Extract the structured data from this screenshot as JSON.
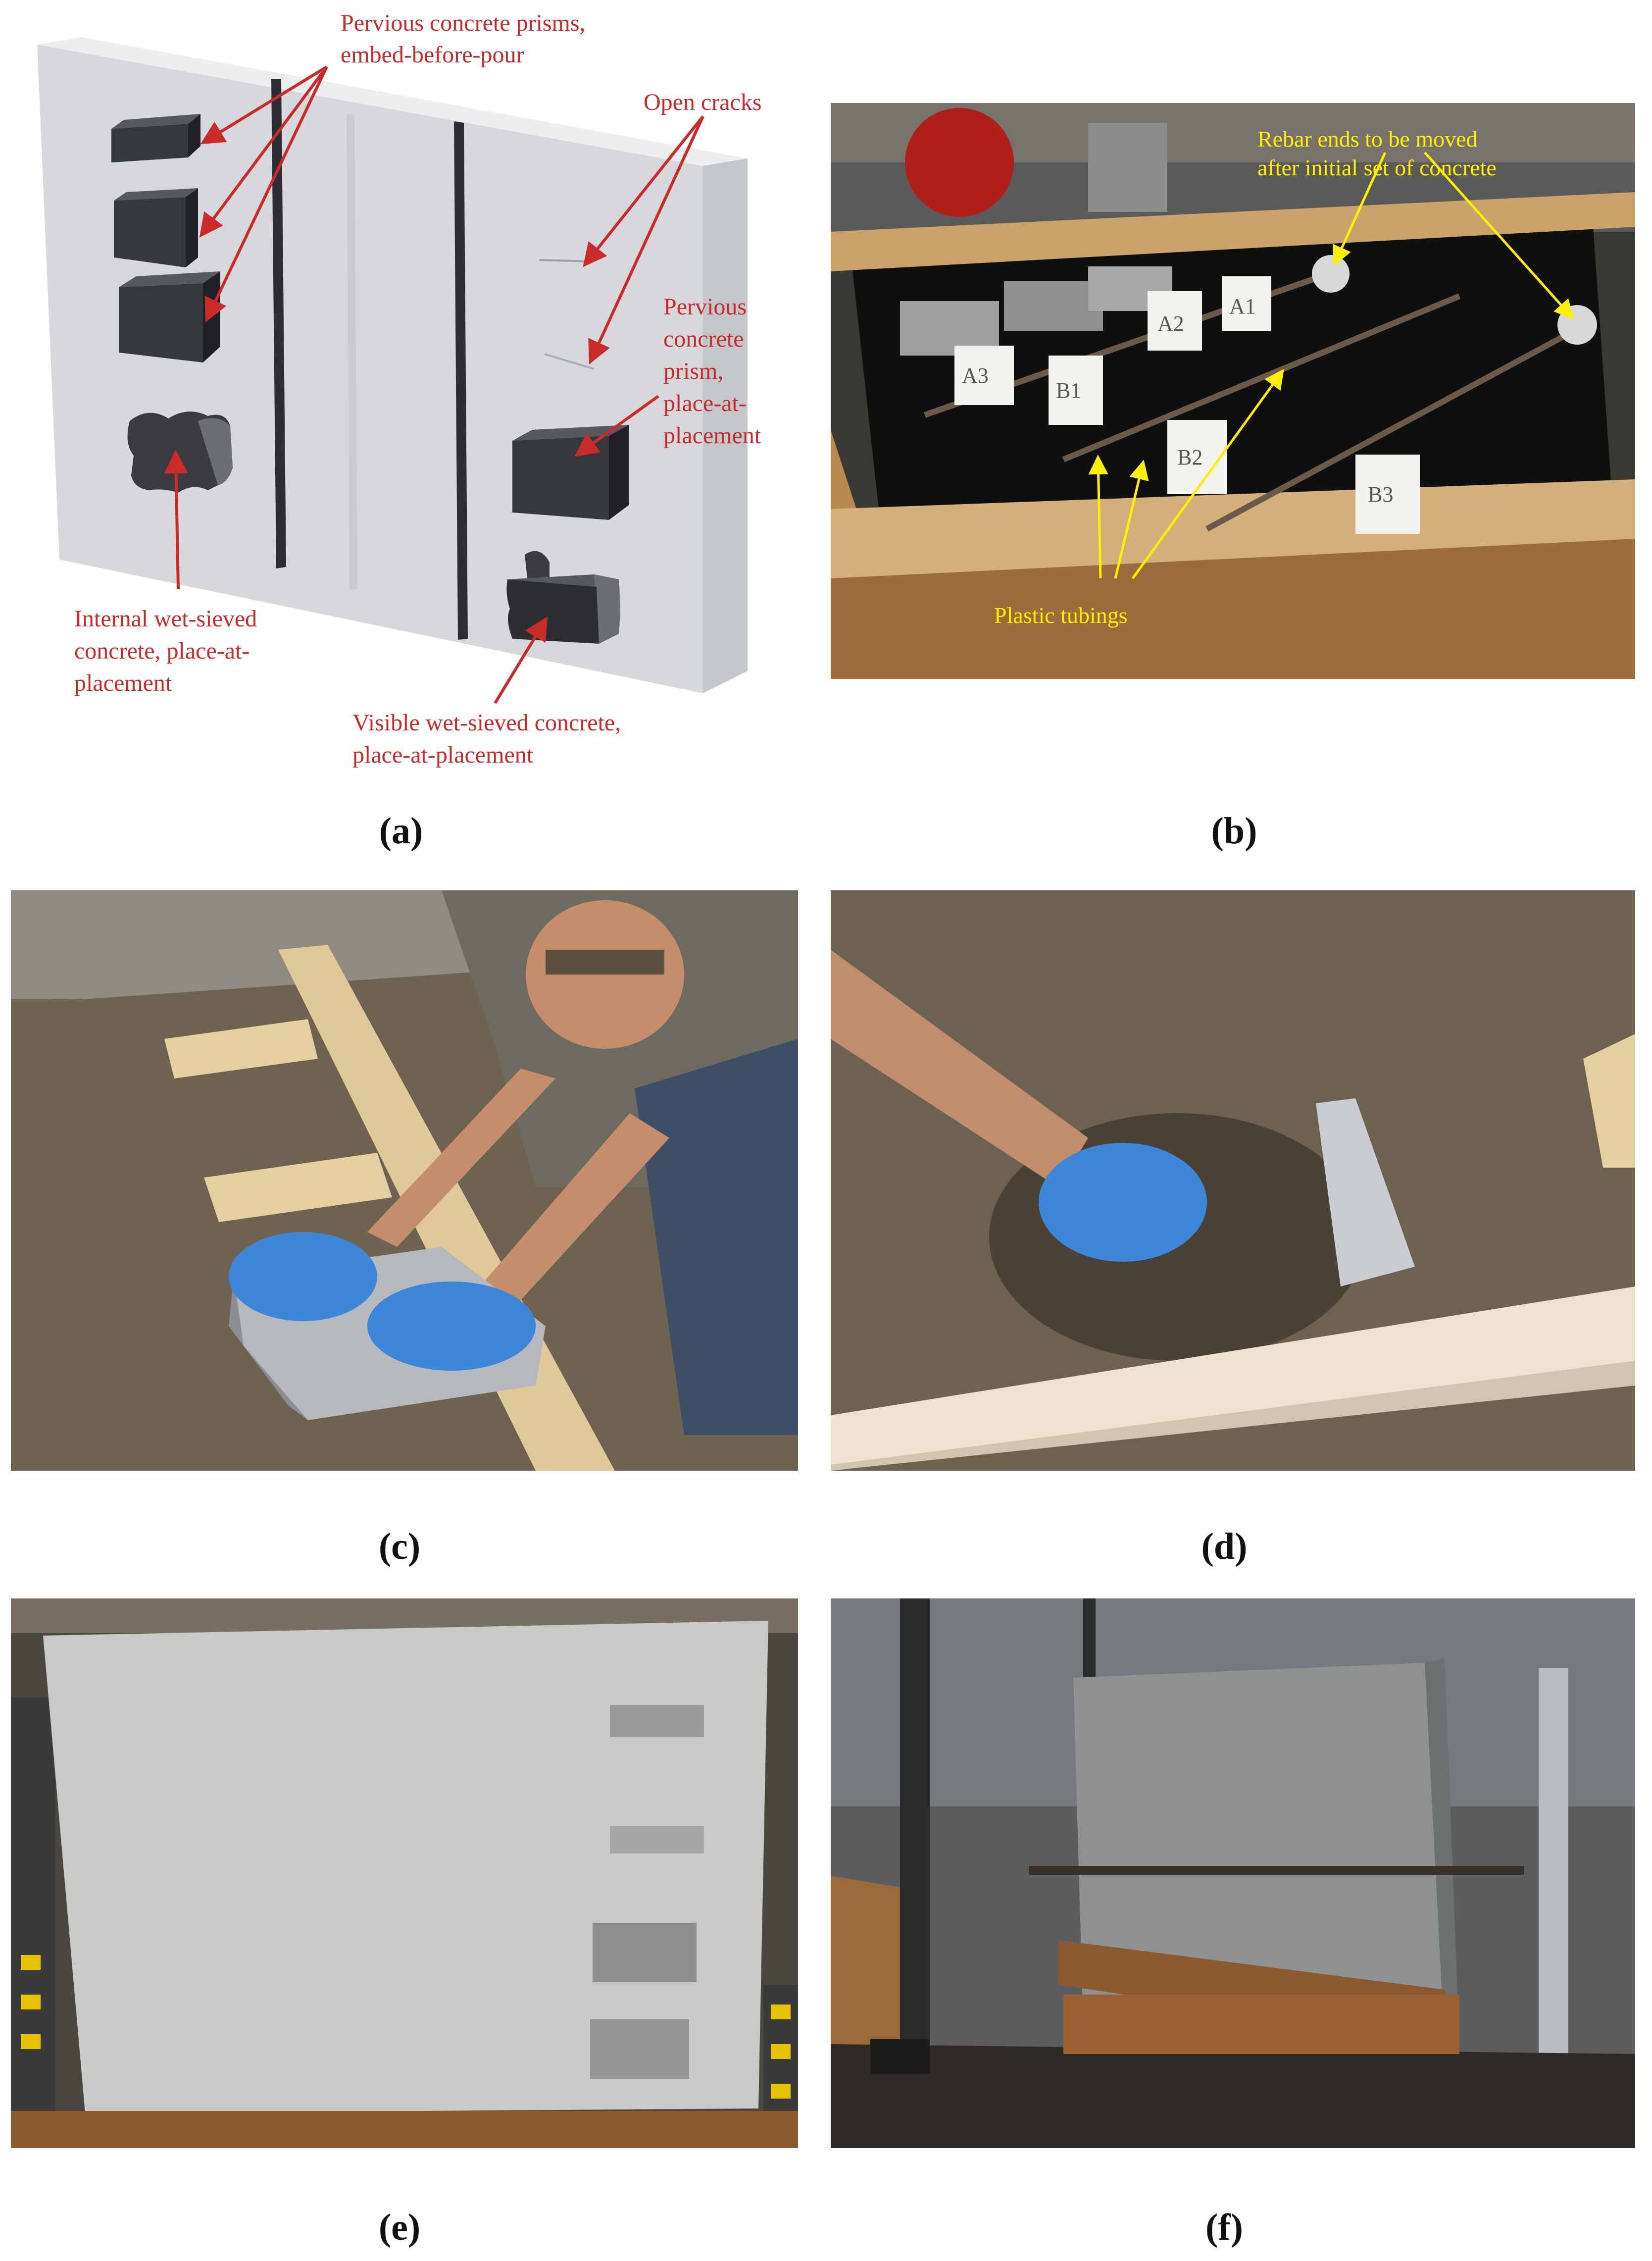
{
  "panel_a": {
    "label_prisms_embed": [
      "Pervious concrete prisms,",
      "embed-before-pour"
    ],
    "label_open_cracks": "Open cracks",
    "label_prism_place": [
      "Pervious",
      "concrete",
      "prism,",
      "place-at-",
      "placement"
    ],
    "label_internal": [
      "Internal wet-sieved",
      "concrete, place-at-",
      "placement"
    ],
    "label_visible": [
      "Visible wet-sieved concrete,",
      "place-at-placement"
    ],
    "colors": {
      "annotation": "#c92a2a",
      "wall": "#d4d6da",
      "prism": "#2e3035"
    }
  },
  "panel_b": {
    "label_rebar": [
      "Rebar ends to be moved",
      "after initial set of concrete"
    ],
    "label_tubings": "Plastic tubings",
    "cards": [
      "A1",
      "A2",
      "A3",
      "B1",
      "B2",
      "B3"
    ],
    "colors": {
      "annotation": "#ffef00"
    }
  },
  "captions": {
    "a": "(a)",
    "b": "(b)",
    "c": "(c)",
    "d": "(d)",
    "e": "(e)",
    "f": "(f)"
  }
}
